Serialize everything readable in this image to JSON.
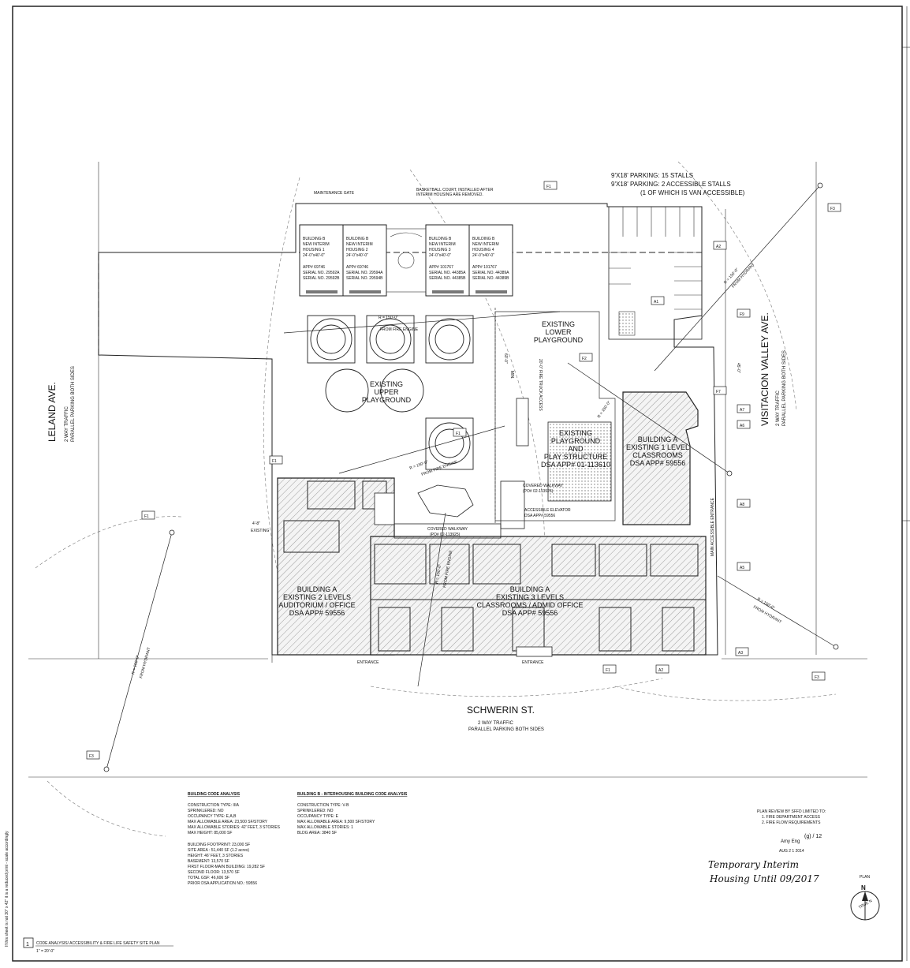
{
  "streets": {
    "leland": {
      "name": "LELAND AVE.",
      "traffic": "2 WAY TRAFFIC",
      "parking": "PARALLEL PARKING BOTH SIDES"
    },
    "visitacion": {
      "name": "VISITACION VALLEY AVE.",
      "traffic": "2 WAY TRAFFIC",
      "parking": "PARALLEL PARKING BOTH SIDES"
    },
    "schwerin": {
      "name": "SCHWERIN ST.",
      "traffic": "2 WAY TRAFFIC",
      "parking": "PARALLEL PARKING BOTH SIDES"
    }
  },
  "parking_note": {
    "line1": "9'X18' PARKING: 15 STALLS",
    "line2": "9'X18' PARKING: 2 ACCESSIBLE STALLS",
    "line3": "(1 OF WHICH IS VAN ACCESSIBLE)"
  },
  "notes": {
    "maintenance_gate": "MAINTENANCE GATE",
    "basketball_1": "BASKETBALL COURT, INSTALLED AFTER",
    "basketball_2": "INTERIM HOUSING ARE REMOVED.",
    "covered_walkway_1": "COVERED WALKWAY",
    "covered_walkway_1_po": "(PO# 02-113925)",
    "covered_walkway_2": "COVERED WALKWAY",
    "covered_walkway_2_po": "(PO# 02-113925)",
    "elevator": "ACCESSIBLE ELEVATOR",
    "elevator_dsa": "DSA APP# 59556",
    "fire_truck_access": "20'-0\" FIRE TRUCK ACCESS",
    "min": "MIN.",
    "dim_60": "60'-0\"",
    "dim_45": "45'-0\"",
    "dim_4_8": "4'-8\"",
    "existing_small": "EXISTING",
    "entrance_1": "ENTRANCE",
    "entrance_2": "ENTRANCE",
    "main_entrance": "MAIN ACCESSIBLE ENTRANCE"
  },
  "radius_labels": {
    "r1": "R = 150'-0\"",
    "r1b": "FROM FIRE ENGINE",
    "r2": "R = 150'-0\"",
    "r2b": "FROM FIRE ENGINE",
    "r3": "R = 150'-0\"",
    "r3b": "FROM FIRE ENGINE",
    "r4": "R = 150'-0\"",
    "r4b": "FROM HYDRANT",
    "r5": "R = 150'-0\"",
    "r5b": "FROM HYDRANT",
    "r6": "R = 150'-0\"",
    "r6b": "FROM HYDRANT",
    "r7": "R = 150'-0\""
  },
  "interim_units": [
    {
      "l1": "BUILDING B",
      "l2": "NEW INTERIM",
      "l3": "HOUSING 1",
      "dim": "24'-0\"x40'-0\"",
      "app": "APP# 69746",
      "s1": "SERIAL NO. 29592A",
      "s2": "SERIAL NO. 29592B"
    },
    {
      "l1": "BUILDING B",
      "l2": "NEW INTERIM",
      "l3": "HOUSING 2",
      "dim": "24'-0\"x40'-0\"",
      "app": "APP# 69746",
      "s1": "SERIAL NO. 29594A",
      "s2": "SERIAL NO. 29594B"
    },
    {
      "l1": "BUILDING B",
      "l2": "NEW INTERIM",
      "l3": "HOUSING 3",
      "dim": "24'-0\"x40'-0\"",
      "app": "APP# 101767",
      "s1": "SERIAL NO. 44385A",
      "s2": "SERIAL NO. 44385B"
    },
    {
      "l1": "BUILDING B",
      "l2": "NEW INTERIM",
      "l3": "HOUSING 4",
      "dim": "24'-0\"x40'-0\"",
      "app": "APP# 101767",
      "s1": "SERIAL NO. 44389A",
      "s2": "SERIAL NO. 44389B"
    }
  ],
  "areas": {
    "lower_playground": [
      "EXISTING",
      "LOWER",
      "PLAYGROUND"
    ],
    "upper_playground": [
      "EXISTING",
      "UPPER",
      "PLAYGROUND"
    ],
    "play_structure": [
      "EXISTING",
      "PLAYGROUND",
      "AND",
      "PLAY STRUCTURE",
      "DSA APP# 01-113610"
    ],
    "bldg_a_1level": [
      "BUILDING A",
      "EXISTING 1 LEVEL",
      "CLASSROOMS",
      "DSA APP# 59556"
    ],
    "bldg_a_2levels": [
      "BUILDING A",
      "EXISTING 2 LEVELS",
      "AUDITORIUM / OFFICE",
      "DSA APP# 59556"
    ],
    "bldg_a_3levels": [
      "BUILDING A",
      "EXISTING 3 LEVELS",
      "CLASSROOMS / ADMID OFFICE",
      "DSA APP# 59556"
    ]
  },
  "tags": {
    "F1": "F1",
    "F2": "F2",
    "F3": "F3",
    "F7": "F7",
    "F9": "F9",
    "A1": "A1",
    "A2": "A2",
    "A3": "A3",
    "A5": "A5",
    "A6": "A6",
    "A7": "A7",
    "A8": "A8"
  },
  "code_analysis": {
    "title": "BUILDING CODE ANALYSIS",
    "lines": [
      "CONSTRUCTION TYPE: IIIA",
      "SPRINKLERED: NO",
      "OCCUPANCY TYPE: E,A,B",
      "MAX ALLOWABLE AREA: 23,500 SF/STORY",
      "MAX ALLOWABLE STORIES: 42' FEET, 3 STORIES",
      "MAX HEIGHT: 85,000 SF"
    ],
    "lines2": [
      "BUILDING FOOTPRINT: 23,000 SF",
      "SITE AREA : 51,440 SF (1.2 acres)",
      "HEIGHT: 46' FEET, 3 STORIES",
      "BASEMENT: 13,570 SF",
      "FIRST FLOOR-MAIN BUILDING: 19,282 SF",
      "SECOND FLOOR: 13,570 SF",
      "TOTAL GSF: 46,606 SF",
      "PRIOR DSA APPLICATION NO.: 59556"
    ]
  },
  "interim_analysis": {
    "title": "BUILDING B - INTERHOUSING BUILDING CODE ANALYSIS",
    "lines": [
      "CONSTRUCTION TYPE: V-B",
      "SPRINKLERED: NO",
      "OCCUPANCY TYPE: E",
      "MAX ALLOWABLE AREA: 9,500 SF/STORY",
      "MAX ALLOWABLE STORIES: 1",
      "BLDG AREA: 3840 SF"
    ]
  },
  "review_stamp": {
    "l1": "PLAN REVIEW BY SFFD LIMITED TO:",
    "l2": "1.  FIRE DEPARTMENT ACCESS",
    "l3": "2.  FIRE FLOW REQUIREMENTS",
    "name": "Amy Eng",
    "date": "AUG 2 1 2014",
    "initials": "(g) / 12"
  },
  "handwritten": {
    "l1": "Temporary Interim",
    "l2": "Housing Until 09/2017"
  },
  "north": {
    "label": "PLAN",
    "letter": "N",
    "true_n": "TRUE N"
  },
  "sheet_title": {
    "number": "1",
    "title": "CODE ANALYSIS/ ACCESSIBILITY & FIRE LIFE SAFETY SITE PLAN",
    "scale": "1\" = 20'-0\""
  },
  "side_note": "If this sheet is not 30\" x 42\" it is a reduced print - scale accordingly"
}
